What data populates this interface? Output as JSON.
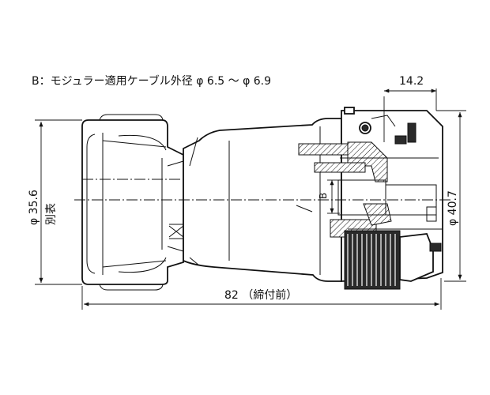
{
  "note": "B：モジュラー適用ケーブル外径 φ 6.5 〜 φ 6.9",
  "dimensions": {
    "right_length": "14.2",
    "left_diameter": "φ 35.6",
    "left_sub": "別表",
    "right_diameter": "φ 40.7",
    "total_length": "82 （締付前）",
    "section_label": "B"
  }
}
